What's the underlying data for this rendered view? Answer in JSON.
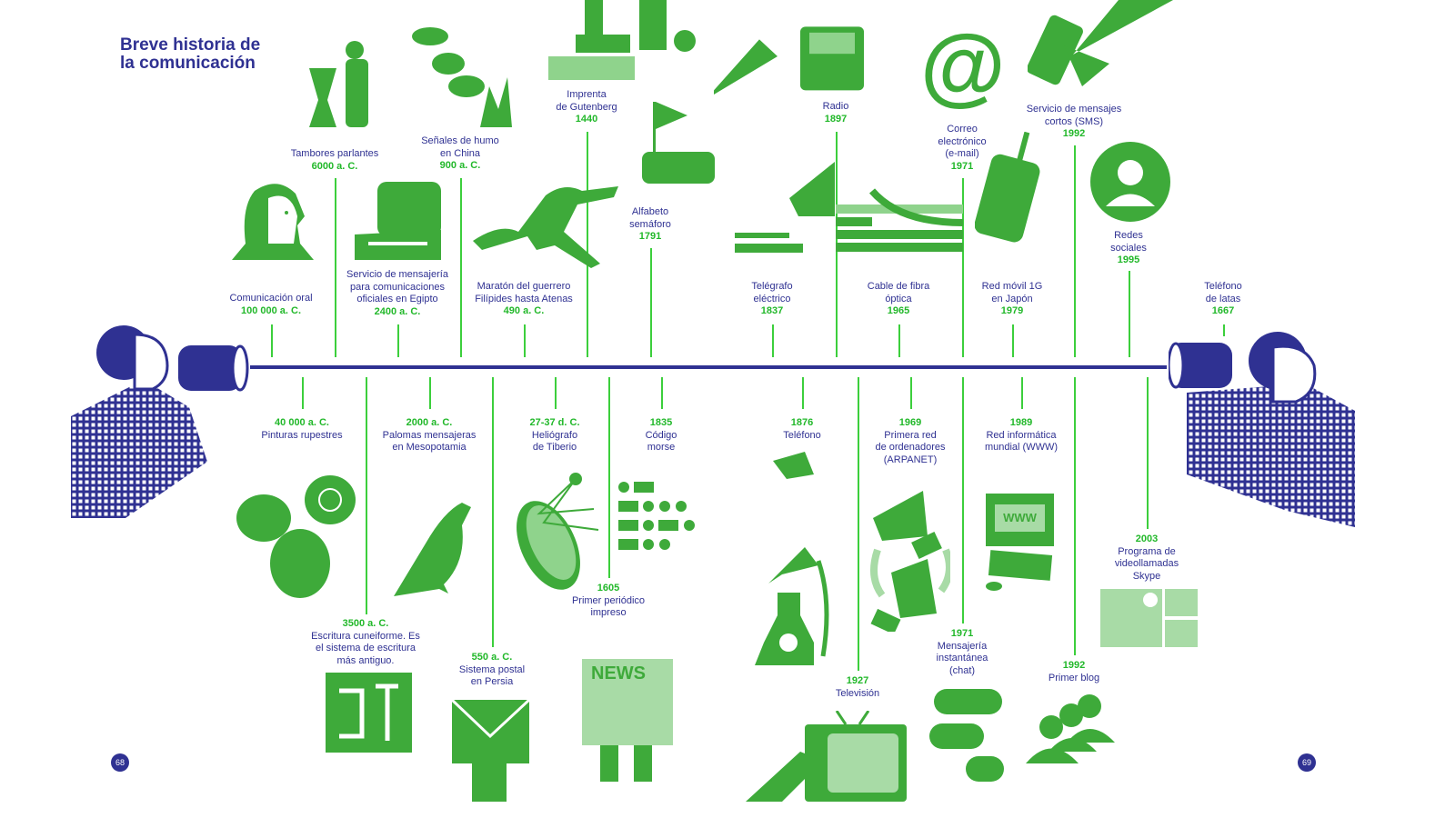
{
  "title": {
    "line1": "Breve historia de",
    "line2": "la comunicación"
  },
  "page_numbers": {
    "left": "68",
    "right": "69"
  },
  "colors": {
    "navy": "#2f3192",
    "green": "#3eaa3a",
    "year_green": "#22b82a"
  },
  "top_events": [
    {
      "label": "Comunicación oral",
      "year": "100 000 a. C."
    },
    {
      "label": "Tambores parlantes",
      "year": "6000 a. C."
    },
    {
      "label": "Servicio de mensajería\npara comunicaciones\noficiales en Egipto",
      "year": "2400 a. C."
    },
    {
      "label": "Señales de humo\nen China",
      "year": "900 a. C."
    },
    {
      "label": "Maratón del guerrero\nFilípides hasta Atenas",
      "year": "490 a. C."
    },
    {
      "label": "Imprenta\nde Gutenberg",
      "year": "1440"
    },
    {
      "label": "Alfabeto\nsemáforo",
      "year": "1791"
    },
    {
      "label": "Telégrafo\neléctrico",
      "year": "1837"
    },
    {
      "label": "Radio",
      "year": "1897"
    },
    {
      "label": "Cable de fibra\nóptica",
      "year": "1965"
    },
    {
      "label": "Correo\nelectrónico\n(e-mail)",
      "year": "1971"
    },
    {
      "label": "Red móvil 1G\nen Japón",
      "year": "1979"
    },
    {
      "label": "Servicio de mensajes\ncortos (SMS)",
      "year": "1992"
    },
    {
      "label": "Redes\nsociales",
      "year": "1995"
    },
    {
      "label": "Teléfono\nde latas",
      "year": "1667"
    }
  ],
  "bottom_events": [
    {
      "year": "40 000 a. C.",
      "label": "Pinturas rupestres"
    },
    {
      "year": "3500 a. C.",
      "label": "Escritura cuneiforme. Es\nel sistema de escritura\nmás antiguo."
    },
    {
      "year": "2000 a. C.",
      "label": "Palomas mensajeras\nen Mesopotamia"
    },
    {
      "year": "550 a. C.",
      "label": "Sistema postal\nen Persia"
    },
    {
      "year": "27-37 d. C.",
      "label": "Heliógrafo\nde Tiberio"
    },
    {
      "year": "1605",
      "label": "Primer periódico\nimpreso"
    },
    {
      "year": "1835",
      "label": "Código\nmorse"
    },
    {
      "year": "1876",
      "label": "Teléfono"
    },
    {
      "year": "1927",
      "label": "Televisión"
    },
    {
      "year": "1969",
      "label": "Primera red\nde ordenadores\n(ARPANET)"
    },
    {
      "year": "1971",
      "label": "Mensajería\ninstantánea\n(chat)"
    },
    {
      "year": "1989",
      "label": "Red informática\nmundial (WWW)"
    },
    {
      "year": "1992",
      "label": "Primer blog"
    },
    {
      "year": "2003",
      "label": "Programa de\nvideollamadas\nSkype"
    }
  ],
  "illustration_text": {
    "news": "NEWS",
    "www": "WWW",
    "at": "@"
  }
}
